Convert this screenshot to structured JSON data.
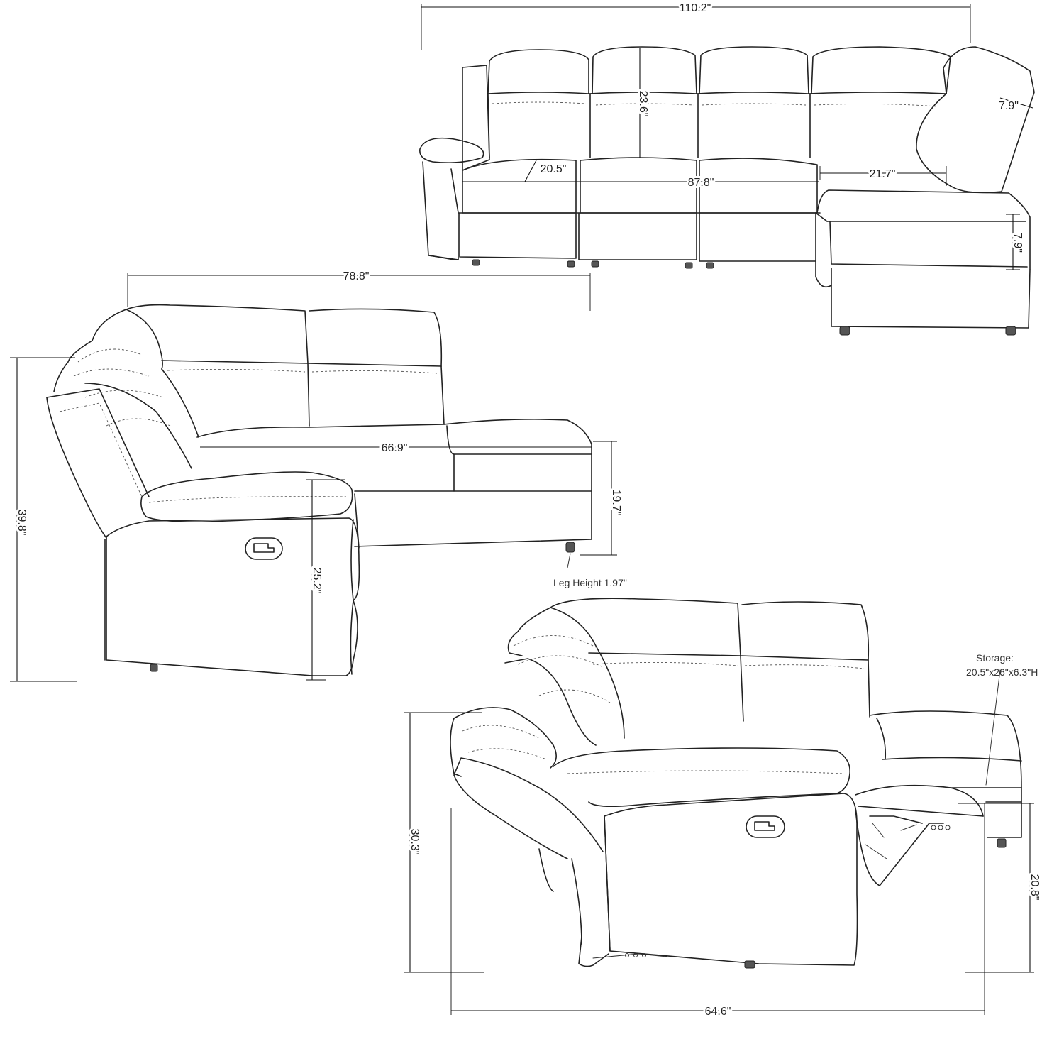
{
  "dimensions": {
    "top_total_width": "110.2\"",
    "top_back_height": "23.6\"",
    "top_arm_width": "7.9\"",
    "top_seat_depth": "20.5\"",
    "top_seat_width": "87.8\"",
    "top_chaise_seat_width": "21.7\"",
    "top_chaise_height": "7.9\"",
    "middle_total_width": "78.8\"",
    "middle_seat_width": "66.9\"",
    "middle_seat_height": "19.7\"",
    "middle_total_height": "39.8\"",
    "middle_arm_height": "25.2\"",
    "leg_height_label": "Leg Height 1.97\"",
    "bottom_reclined_height": "30.3\"",
    "bottom_reclined_depth": "64.6\"",
    "bottom_chaise_height": "20.8\""
  },
  "storage": {
    "title": "Storage:",
    "size": "20.5\"x26\"x6.3\"H"
  }
}
